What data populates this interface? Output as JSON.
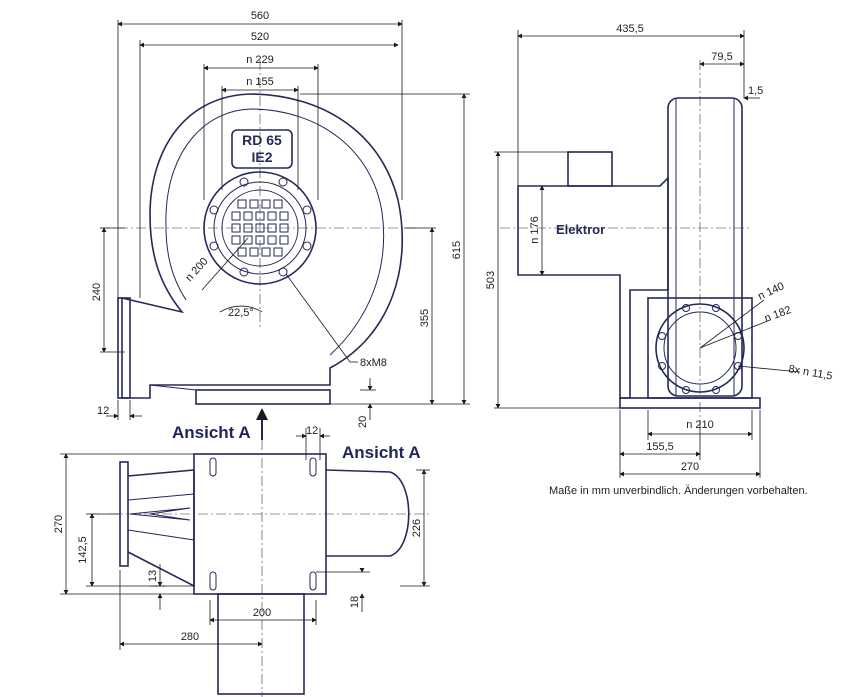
{
  "drawing": {
    "badge_line1": "RD 65",
    "badge_line2": "IE2",
    "motor_label": "Elektror",
    "view_label_1": "Ansicht A",
    "view_label_2": "Ansicht A",
    "note": "Maße in mm unverbindlich. Änderungen vorbehalten.",
    "colors": {
      "outline": "#26285a",
      "label": "#1f2459",
      "dimension": "#1a1a1a"
    }
  },
  "front_view": {
    "dims": {
      "width_total": "560",
      "width_housing": "520",
      "d229": "n 229",
      "d155": "n 155",
      "d200": "n 200",
      "angle": "22,5°",
      "bolts": "8xM8",
      "h240": "240",
      "h355": "355",
      "h615": "615",
      "w12": "12",
      "w20": "20"
    }
  },
  "side_view": {
    "dims": {
      "w435": "435,5",
      "w79": "79,5",
      "w1_5": "1,5",
      "d176": "n 176",
      "h503": "503",
      "d140": "n 140",
      "d182": "n 182",
      "holes": "8x n 11,5",
      "d210": "n 210",
      "w155": "155,5",
      "w270": "270"
    }
  },
  "bottom_view": {
    "dims": {
      "w12": "12",
      "h270": "270",
      "h142": "142,5",
      "h226": "226",
      "h13": "13",
      "h18": "18",
      "w200": "200",
      "w280": "280"
    }
  }
}
